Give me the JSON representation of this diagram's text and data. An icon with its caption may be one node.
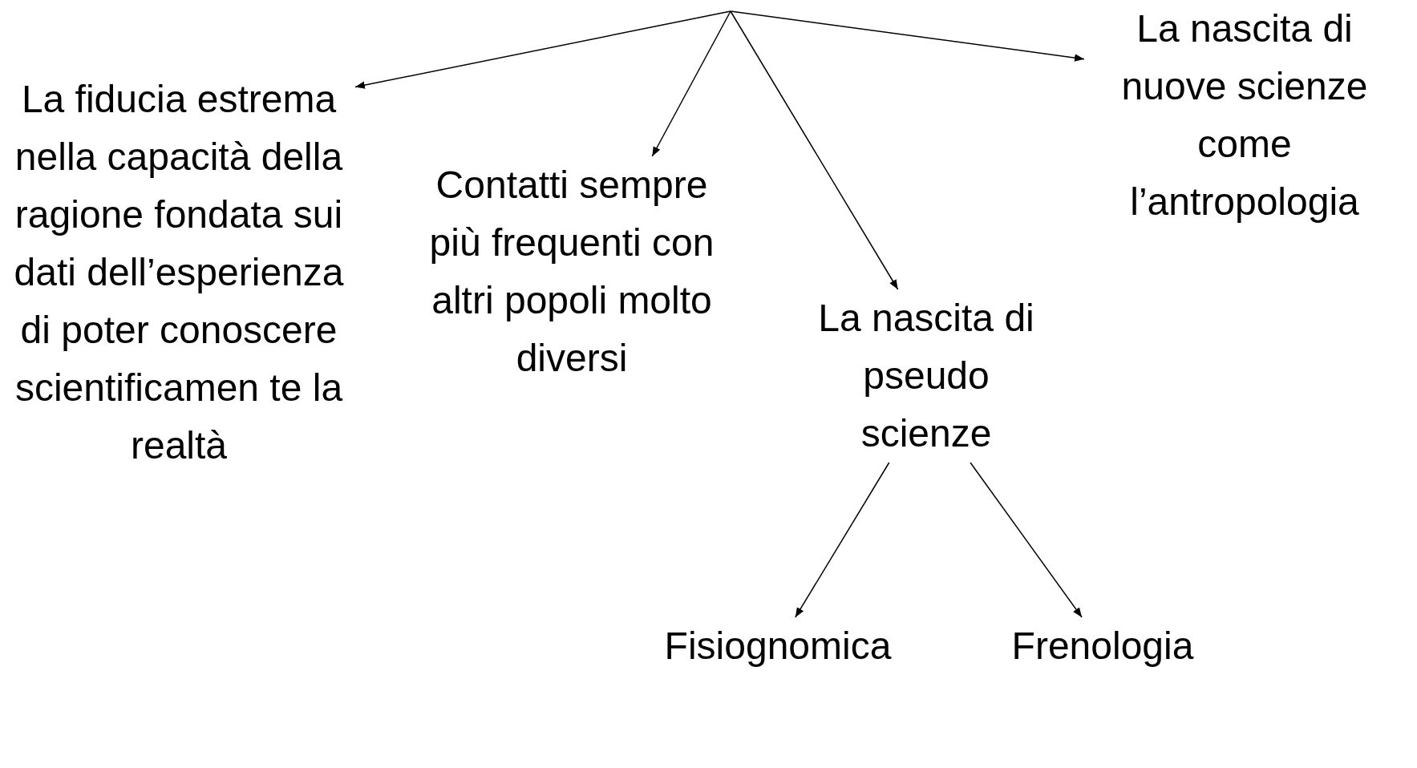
{
  "diagram": {
    "nodes": [
      {
        "text": [
          "La fiducia estrema nella capacità della ragione fondata sui dati dell’esperienza di poter conoscere scientificamen te la realtà"
        ]
      },
      {
        "text": [
          "Contatti sempre più frequenti con altri popoli molto diversi"
        ]
      },
      {
        "text": [
          "La nascita di pseudo scienze"
        ]
      },
      {
        "text": [
          "La nascita di nuove scienze come l’antropologia"
        ]
      },
      {
        "text": [
          "Fisiognomica"
        ]
      },
      {
        "text": [
          "Frenologia"
        ]
      }
    ],
    "edges": [
      {
        "from": null,
        "to": 0,
        "arrow": "to"
      },
      {
        "from": null,
        "to": 1,
        "arrow": "to"
      },
      {
        "from": null,
        "to": 2,
        "arrow": "to"
      },
      {
        "from": null,
        "to": 3,
        "arrow": "to"
      },
      {
        "from": 2,
        "to": 4,
        "arrow": "to"
      },
      {
        "from": 2,
        "to": 5,
        "arrow": "to"
      }
    ]
  }
}
